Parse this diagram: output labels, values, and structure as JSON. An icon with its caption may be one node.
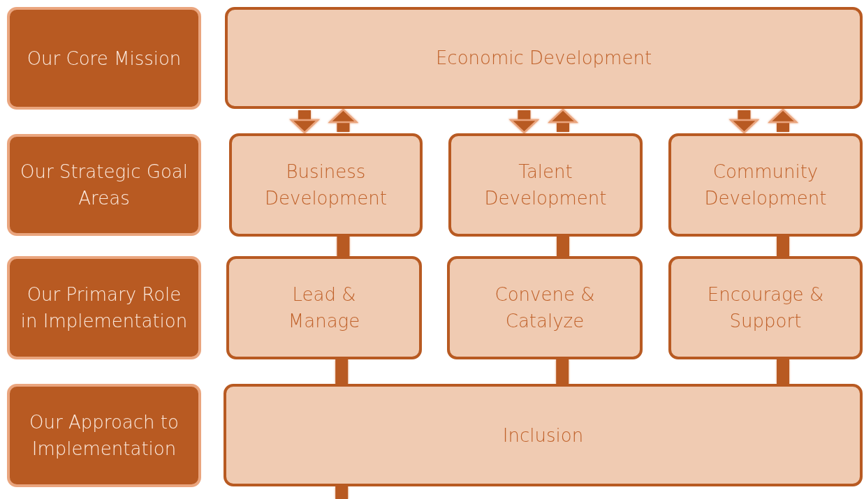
{
  "diagram": {
    "nodes": [
      {
        "text": [
          "Our Core Mission"
        ]
      },
      {
        "text": [
          "Our Strategic Goal Areas"
        ]
      },
      {
        "text": [
          "Our Primary Role in Implementation"
        ]
      },
      {
        "text": [
          "Our Approach to Implementation"
        ]
      },
      {
        "text": [
          "Economic Development"
        ]
      },
      {
        "text": [
          "Business Development"
        ]
      },
      {
        "text": [
          "Talent Development"
        ]
      },
      {
        "text": [
          "Community Development"
        ]
      },
      {
        "text": [
          "Lead & Manage"
        ]
      },
      {
        "text": [
          "Convene & Catalyze"
        ]
      },
      {
        "text": [
          "Encourage & Support"
        ]
      },
      {
        "text": [
          "Inclusion"
        ]
      }
    ],
    "edges": [
      {
        "from": 4,
        "to": 5,
        "arrow": "to"
      },
      {
        "from": 5,
        "to": 4,
        "arrow": "to"
      },
      {
        "from": 4,
        "to": 6,
        "arrow": "to"
      },
      {
        "from": 6,
        "to": 4,
        "arrow": "to"
      },
      {
        "from": 4,
        "to": 7,
        "arrow": "to"
      },
      {
        "from": 7,
        "to": 4,
        "arrow": "to"
      },
      {
        "from": 5,
        "to": 8,
        "arrow": "none"
      },
      {
        "from": 6,
        "to": 9,
        "arrow": "none"
      },
      {
        "from": 7,
        "to": 10,
        "arrow": "none"
      },
      {
        "from": 8,
        "to": 11,
        "arrow": "none"
      },
      {
        "from": 9,
        "to": 11,
        "arrow": "none"
      },
      {
        "from": 10,
        "to": 11,
        "arrow": "none"
      },
      {
        "from": 11,
        "to": null,
        "arrow": "none"
      }
    ]
  }
}
